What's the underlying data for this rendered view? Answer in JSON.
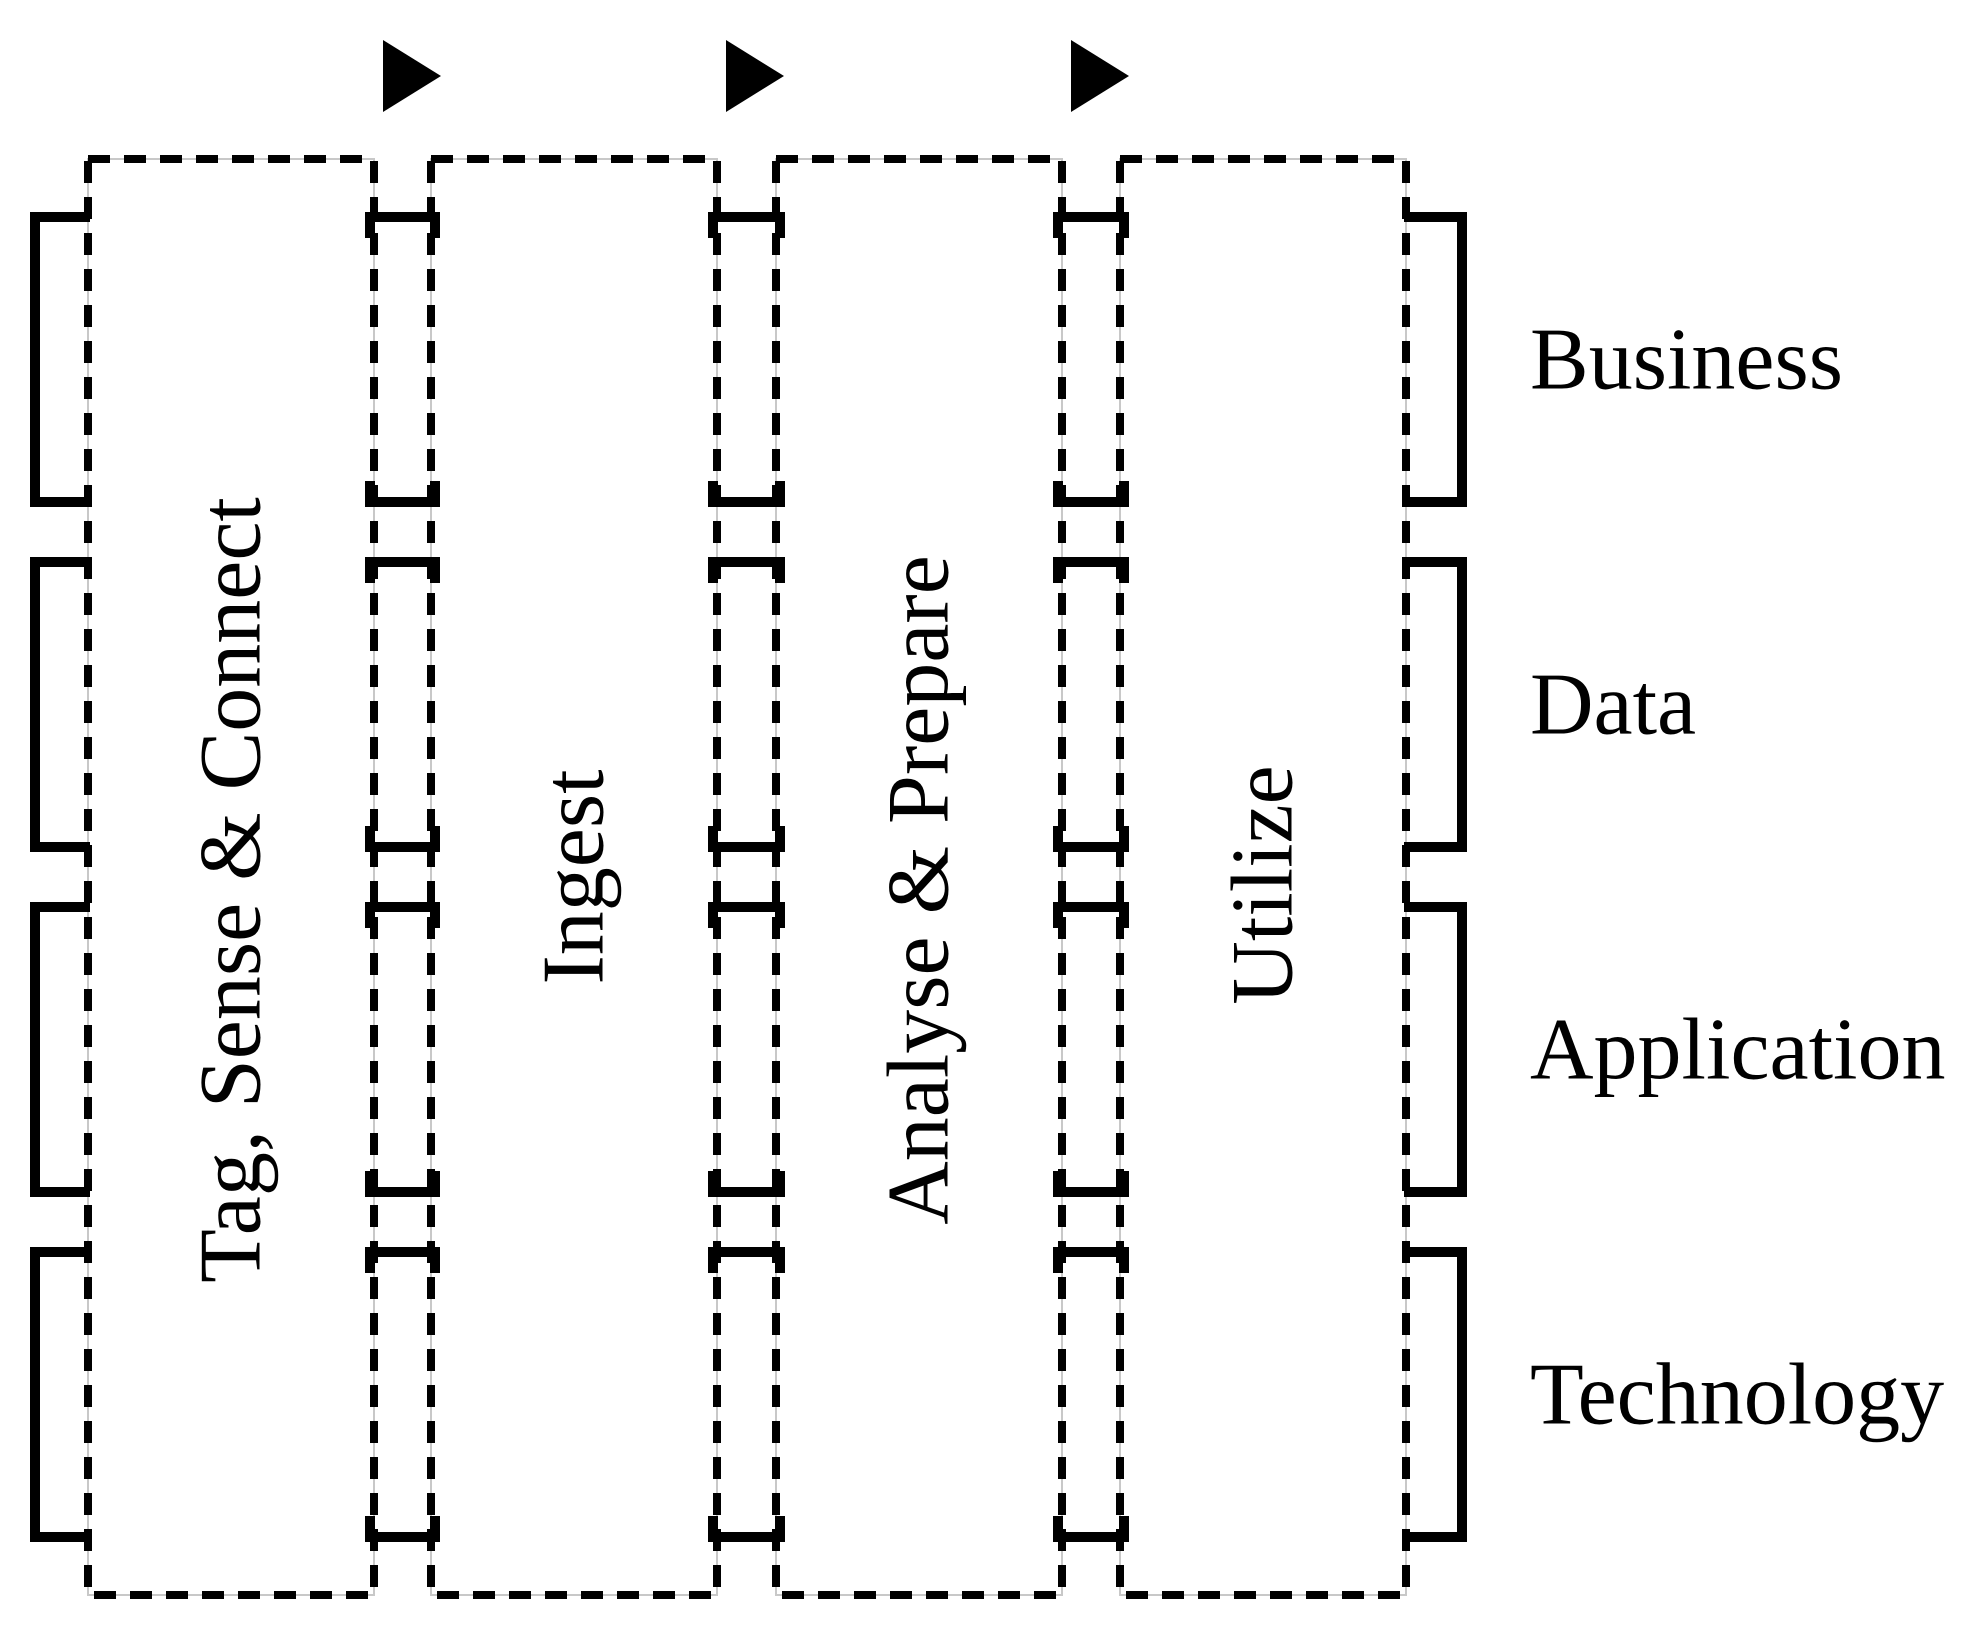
{
  "diagram": {
    "stages": [
      {
        "label": "Tag, Sense & Connect"
      },
      {
        "label": "Ingest"
      },
      {
        "label": "Analyse & Prepare"
      },
      {
        "label": "Utilize"
      }
    ],
    "layers": [
      {
        "label": "Business"
      },
      {
        "label": "Data"
      },
      {
        "label": "Application"
      },
      {
        "label": "Technology"
      }
    ],
    "icons": {
      "flow_arrow": "right-pointing-triangle"
    },
    "colors": {
      "line": "#000000",
      "text": "#000000",
      "background": "#ffffff"
    }
  }
}
